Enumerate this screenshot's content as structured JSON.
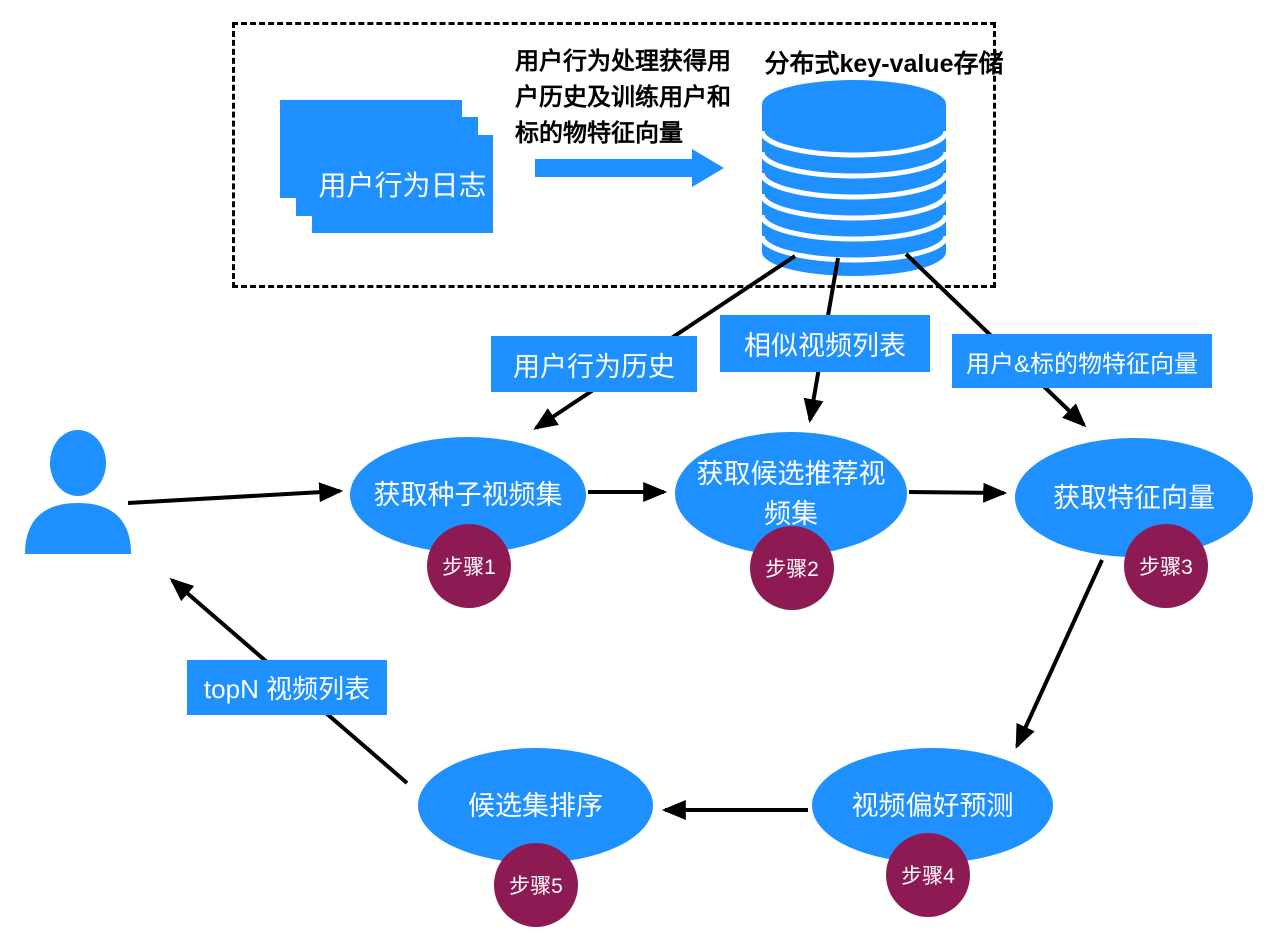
{
  "colors": {
    "blue": "#1E90FF",
    "badge": "#8E1A54",
    "line": "#000000",
    "background": "#FFFFFF"
  },
  "top_section": {
    "papers_label": "用户行为日志",
    "process_lines": [
      "用户行为处理获得用",
      "户历史及训练用户和",
      "标的物特征向量"
    ],
    "storage_title": "分布式key-value存储"
  },
  "data_labels": {
    "history": "用户行为历史",
    "similar": "相似视频列表",
    "vectors": "用户&标的物特征向量",
    "topn": "topN 视频列表"
  },
  "steps": [
    {
      "name": "获取种子视频集",
      "badge": "步骤1"
    },
    {
      "lines": [
        "获取候选推荐视",
        "频集"
      ],
      "badge": "步骤2"
    },
    {
      "name": "获取特征向量",
      "badge": "步骤3"
    },
    {
      "name": "视频偏好预测",
      "badge": "步骤4"
    },
    {
      "name": "候选集排序",
      "badge": "步骤5"
    }
  ]
}
